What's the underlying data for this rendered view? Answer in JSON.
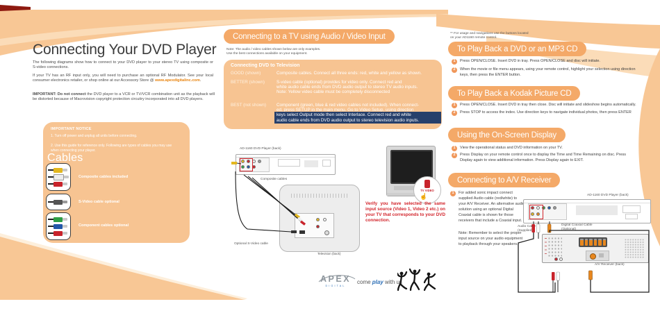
{
  "colors": {
    "accent_orange": "#F4A968",
    "panel_orange": "#F7C492",
    "swoosh_orange": "#F8C795",
    "navy_highlight": "#27406B",
    "warning_red": "#D2232A",
    "link_orange": "#E8820C",
    "brand_blue": "#2A6DB5"
  },
  "left": {
    "title": "Connecting Your DVD Player",
    "para1": "The following diagrams show how to connect to your DVD player to your stereo TV using composite or S-video connections.",
    "para2_pre": "If your TV has an RF input only, you will need to purchase an optional RF Modulator.  See your local consumer electronics  retailer, or shop online at our Accessory Store @ ",
    "para2_link": "www.apexdigitalinc.com",
    "para2_post": ".",
    "para3_bold": "IMPORTANT:  Do not connect ",
    "para3_rest": "the DVD player to a VCR or TV/VCR combination unit as the playback will be distorted because of Macrovision copyright protection circuitry incorporated into all DVD players.",
    "notice": {
      "title": "IMPORTANT NOTICE",
      "item1": "1.  Turn off power and unplug all units before connecting.",
      "item2": "2.  Use this guide for reference only.  Following are types of cables you may use when connecting your player.",
      "cables_title": "Cables",
      "cables": [
        {
          "label": "Composite cables included"
        },
        {
          "label": "S-Video cable optional"
        },
        {
          "label": "Component cables optional"
        }
      ]
    }
  },
  "middle": {
    "header": "Connecting to a TV using Audio / Video Input",
    "note1": "Note: The audio / video cables shown below are only examples.",
    "note2": "Use the best connections available on your equipment.",
    "table": {
      "title": "Connecting DVD to Television",
      "rows": [
        {
          "label": "GOOD (shown)",
          "lines": [
            "Composite cables. Connect all three ends: red, white and yellow as shown."
          ]
        },
        {
          "label": "BETTER (shown)",
          "lines": [
            "S-video cable (optional) provides for video only.  Connect red and",
            "white audio cable ends from DVD audio output to stereo TV audio inputs.",
            "Note: Yellow video cable must be completely disconnected"
          ]
        },
        {
          "label": "BEST (not shown)",
          "lines": [
            "Component (green, blue & red video cables not included).  When connect-",
            "ed, press SETUP in the main menu.  Go to Video Setup, using direction",
            "keys select Output mode then select Interlace.  Connect red and white",
            "audio cable ends from DVD audio output to stereo television audio inputs."
          ]
        }
      ]
    },
    "diagram": {
      "dvd_label": "AD-1160 DVD Player (back)",
      "composite_label": "Composite cables",
      "svideo_label": "Optional S-Video cable",
      "tv_back_label": "Television (back)",
      "tv_button_label": "TV VIDEO",
      "verify_text": "Verify you have selected the same input source (Video 1, Video 2 etc.) on your TV that corresponds to your DVD connection."
    },
    "footer": {
      "brand": "APEX",
      "brand_sub": "DIGITAL",
      "tagline_pre": "come ",
      "tagline_em": "play",
      "tagline_post": " with us"
    }
  },
  "right": {
    "remote_note1": "** For usage and navigations use the buttons located",
    "remote_note2": "on your AD1160 remote control.",
    "sections": [
      {
        "header": "To Play Back a DVD or an MP3 CD",
        "items": [
          {
            "num": "1",
            "text": "Press OPEN/CLOSE.  Insert DVD in tray.  Press OPEN/CLOSE and disc will initiate."
          },
          {
            "num": "2",
            "text": "When the movie or file menu appears, using your remote control, highlight your selection using direction keys, then press the ENTER button."
          }
        ]
      },
      {
        "header": "To Play Back a Kodak Picture CD",
        "items": [
          {
            "num": "1",
            "text": "Press OPEN/CLOSE.  Insert DVD in tray then close.  Disc will initiate and slideshow begins automatically."
          },
          {
            "num": "2",
            "text": "Press STOP to access the index.  Use direction keys to navigate individual photos, then press ENTER"
          }
        ]
      },
      {
        "header": "Using the On-Screen Display",
        "items": [
          {
            "num": "1",
            "text": "View the operational status and DVD information on your TV."
          },
          {
            "num": "2",
            "text": "Press Display on your remote control once to display the Time and Time Remaining on disc. Press Display again to view additional information.  Press Display again to EXIT."
          }
        ]
      },
      {
        "header": "Connecting to A/V Receiver",
        "items": [
          {
            "num": "1",
            "text": "For added sonic impact connect supplied Audio cable (red/white) to your A/V Receiver.  An alternative audio solution using an optional Digital Coaxial cable is shown for those receivers that include a Coaxial input."
          }
        ],
        "note": "Note:  Remember to select the proper input source on your audio equipment to playback through your speakers."
      }
    ],
    "diagram": {
      "dvd_label": "AD-1160  DVD Player (back)",
      "audio_cable_line1": "Audio Cable",
      "audio_cable_line2": "(Supplied)",
      "coax_line1": "Digital Coaxial Cable",
      "coax_line2": "(Optional)",
      "receiver_label": "A/V Receiver (back)"
    }
  }
}
